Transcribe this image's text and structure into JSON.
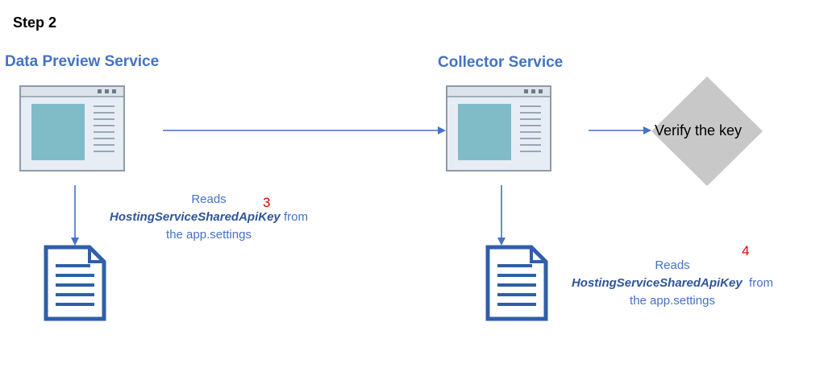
{
  "step_title": "Step 2",
  "services": {
    "data_preview": {
      "title": "Data Preview Service"
    },
    "collector": {
      "title": "Collector Service"
    }
  },
  "decision": {
    "label": "Verify the key"
  },
  "notes": [
    {
      "marker": "3",
      "line1": "Reads",
      "key": "HostingServiceSharedApiKey",
      "key_suffix": "from",
      "line3": "the app.settings"
    },
    {
      "marker": "4",
      "line1": "Reads",
      "key": "HostingServiceSharedApiKey",
      "key_suffix": "from",
      "line3": "the app.settings"
    }
  ],
  "colors": {
    "arrow": "#4472c4",
    "window_frame": "#8c9aab",
    "window_body": "#e6edf5",
    "window_pane": "#7fbcc8",
    "diamond": "#c8c8c8",
    "document": "#2f5fa8"
  },
  "icons": [
    "window-icon",
    "document-icon",
    "decision-diamond"
  ]
}
